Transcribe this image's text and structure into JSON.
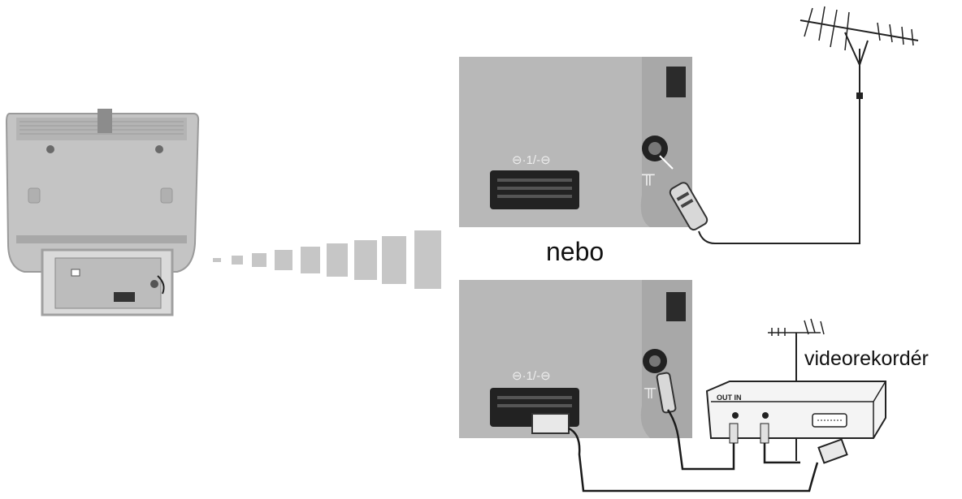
{
  "labels": {
    "alternative": "nebo",
    "vcr": "videorekordér",
    "vcr_ports": "OUT IN",
    "scart_top": "⊖·1/-⊖",
    "scart_bottom": "⊖·1/-⊖"
  },
  "icons": {
    "tv_back": "tv-rear-view",
    "antenna": "antenna-icon",
    "vcr": "vcr-device",
    "scart": "scart-connector",
    "coax": "coax-connector"
  },
  "colors": {
    "panel": "#b8b8b8",
    "panel_dark": "#8a8a8a",
    "cable": "#1a1a1a",
    "wedge": "#c6c6c6"
  }
}
